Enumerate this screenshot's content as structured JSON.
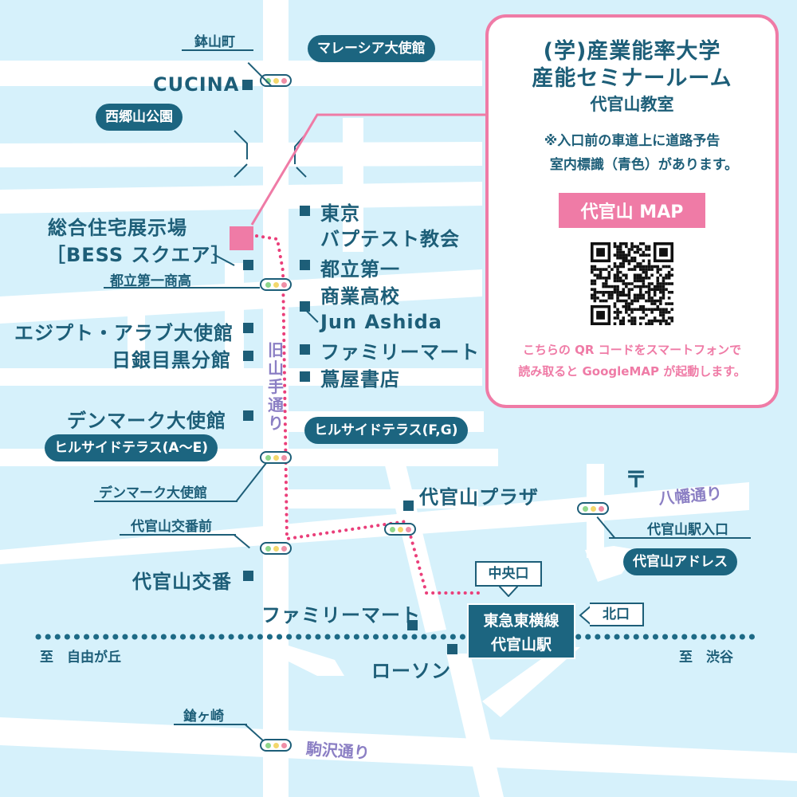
{
  "info": {
    "title1": "(学)産業能率大学",
    "title2": "産能セミナールーム",
    "title3": "代官山教室",
    "note1": "※入口前の車道上に道路予告",
    "note2": "室内標識（青色）があります。",
    "map_button": "代官山 MAP",
    "qr_text1": "こちらの QR コードをスマートフォンで",
    "qr_text2": "読み取ると GoogleMAP が起動します。"
  },
  "signals": {
    "hachiyamacho": "鉢山町",
    "toritsu_daiichi_shoko": "都立第一商高",
    "denmark": "デンマーク大使館",
    "daikanyama_koban_mae": "代官山交番前",
    "daikanyama_eki_iriguchi": "代官山駅入口",
    "yarigasaki": "鎗ヶ崎"
  },
  "pills": {
    "malaysia": "マレーシア大使館",
    "saigoyama": "西郷山公園",
    "hillside_fg": "ヒルサイドテラス(F,G)",
    "hillside_ae": "ヒルサイドテラス(A〜E)",
    "address": "代官山アドレス"
  },
  "places": {
    "cucina": "CUCINA",
    "bess1": "総合住宅展示場",
    "bess2": "［BESS スクエア］",
    "tokyo1": "東京",
    "tokyo2": "バプテスト教会",
    "toritsu1": "都立第一",
    "toritsu2": "商業高校",
    "jun": "Jun Ashida",
    "famima1": "ファミリーマート",
    "tsutaya": "蔦屋書店",
    "egypt": "エジプト・アラブ大使館",
    "nichigin": "日銀目黒分館",
    "denmark_embassy": "デンマーク大使館",
    "plaza": "代官山プラザ",
    "koban": "代官山交番",
    "famima2": "ファミリーマート",
    "lawson": "ローソン"
  },
  "streets": {
    "kyu_yamate": "旧山手通り",
    "hachiman": "八幡通り",
    "komazawa": "駒沢通り"
  },
  "rail": {
    "to_jiyugaoka": "至　自由が丘",
    "to_shibuya": "至　渋谷"
  },
  "station": {
    "line1": "東急東横線",
    "line2": "代官山駅",
    "central_exit": "中央口",
    "north_exit": "北口"
  },
  "post_office_symbol": "〒",
  "colors": {
    "background": "#d6f1fb",
    "road": "#ffffff",
    "navy": "#1c6580",
    "pink": "#ef7ba6",
    "street_label": "#8b7fc4"
  }
}
